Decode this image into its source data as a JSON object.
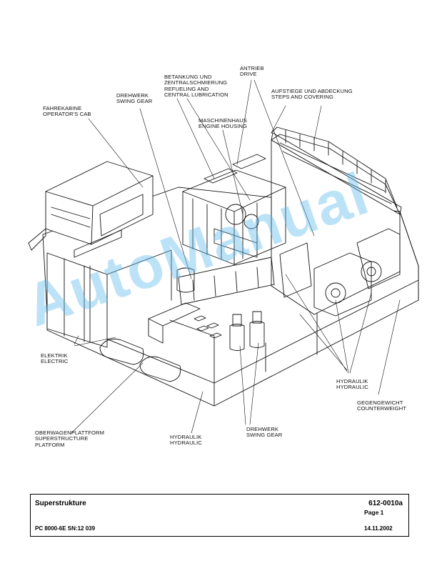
{
  "labels": {
    "fahrekabine": [
      "FAHREKABINE",
      "OPERATOR'S CAB"
    ],
    "drehwerk_top": [
      "DREHWERK",
      "SWING GEAR"
    ],
    "betankung": [
      "BETANKUNG UND",
      "ZENTRALSCHMIERUNG",
      "REFUELING AND",
      "CENTRAL LUBRICATION"
    ],
    "antrieb": [
      "ANTRIEB",
      "DRIVE"
    ],
    "aufstiege": [
      "AUFSTIEGE UND ABDECKUNG",
      "STEPS AND COVERING"
    ],
    "maschinenhaus": [
      "MASCHINENHAUS",
      "ENGINE HOUSING"
    ],
    "elektrik": [
      "ELEKTRIK",
      "ELECTRIC"
    ],
    "hydraulik_right": [
      "HYDRAULIK",
      "HYDRAULIC"
    ],
    "gegengewicht": [
      "GEGENGEWICHT",
      "COUNTERWEIGHT"
    ],
    "oberwagen": [
      "OBERWAGENPLATTFORM",
      "SUPERSTRUCTURE",
      "PLATFORM"
    ],
    "hydraulik_bottom": [
      "HYDRAULIK",
      "HYDRAULIC"
    ],
    "drehwerk_bottom": [
      "DREHWERK",
      "SWING GEAR"
    ]
  },
  "watermark": "AutoManual",
  "footer": {
    "title": "Superstrukture",
    "doc_number": "612-0010a",
    "page": "Page 1",
    "model": "PC 8000-6E SN:12 039",
    "date": "14.11.2002"
  }
}
